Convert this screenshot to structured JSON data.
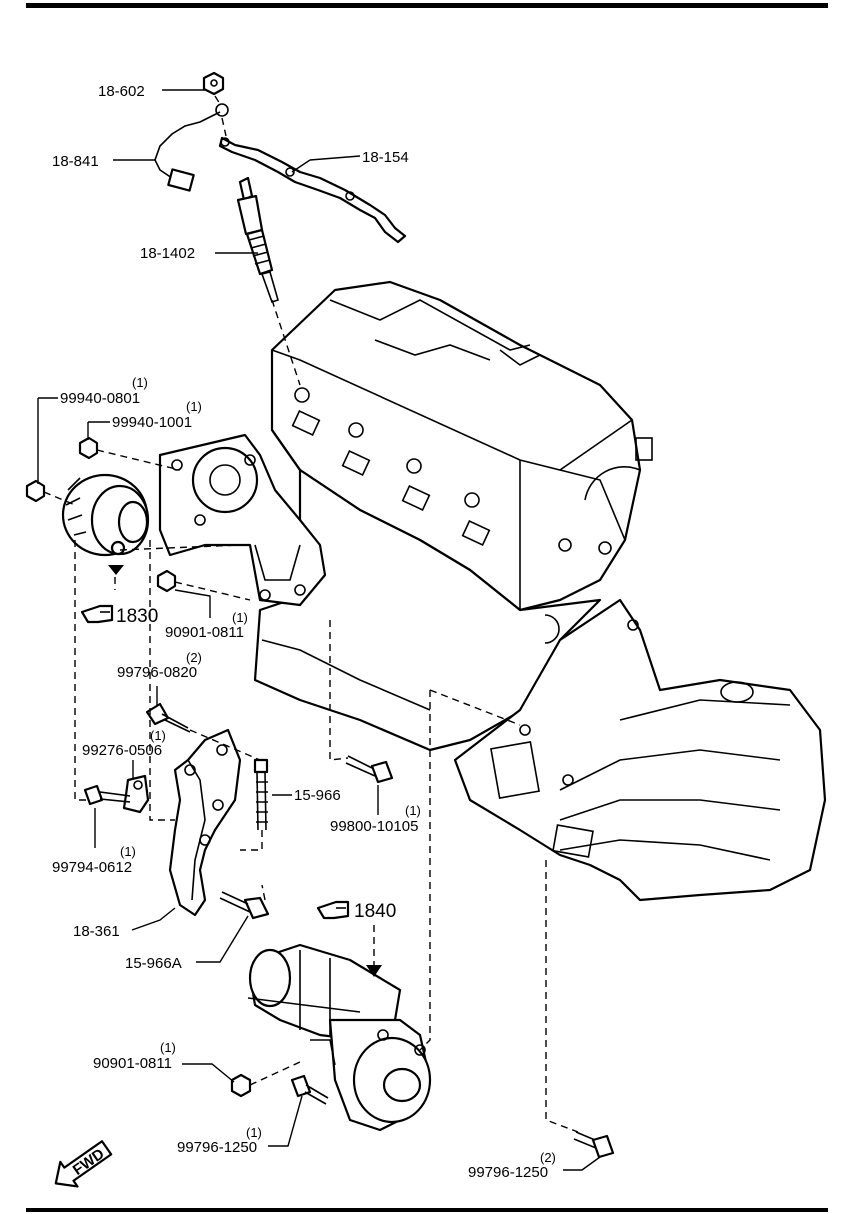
{
  "labels": {
    "p18_602": "18-602",
    "p18_841": "18-841",
    "p18_154": "18-154",
    "p18_1402": "18-1402",
    "p99940_0801": "99940-0801",
    "q99940_0801": "(1)",
    "p99940_1001": "99940-1001",
    "q99940_1001": "(1)",
    "p90901_0811_a": "90901-0811",
    "q90901_0811_a": "(1)",
    "p99796_0820": "99796-0820",
    "q99796_0820": "(2)",
    "p99276_0506": "99276-0506",
    "q99276_0506": "(1)",
    "p15_966": "15-966",
    "p99794_0612": "99794-0612",
    "q99794_0612": "(1)",
    "p99800_10105": "99800-10105",
    "q99800_10105": "(1)",
    "p18_361": "18-361",
    "p15_966A": "15-966A",
    "p90901_0811_b": "90901-0811",
    "q90901_0811_b": "(1)",
    "p99796_1250_a": "99796-1250",
    "q99796_1250_a": "(1)",
    "p99796_1250_b": "99796-1250",
    "q99796_1250_b": "(2)"
  },
  "references": {
    "ref_1830": "1830",
    "ref_1840": "1840"
  },
  "badge": {
    "fwd": "FWD"
  }
}
